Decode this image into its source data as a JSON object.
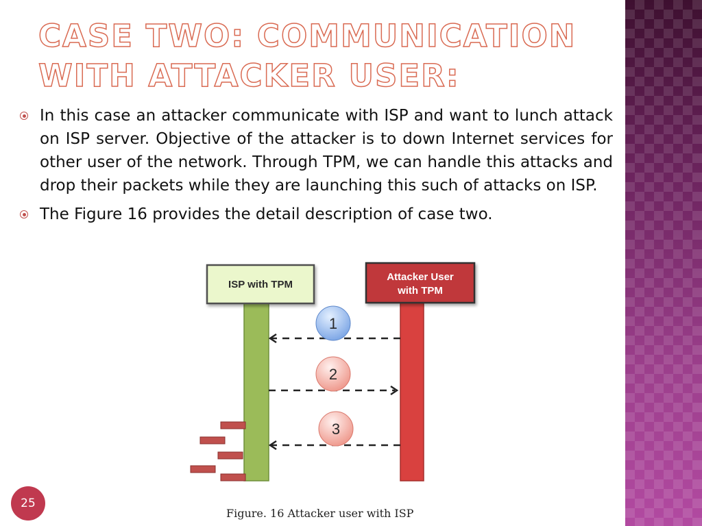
{
  "slide": {
    "title": "Case Two: Communication with Attacker User:",
    "bullets": [
      "In this case an attacker communicate with ISP and want to lunch attack on ISP server. Objective of the attacker is to down Internet services for other user of the network. Through TPM, we can handle this attacks and drop their packets while they are launching this such of attacks on ISP.",
      "The Figure 16 provides the detail description of case two."
    ],
    "page_number": "25"
  },
  "figure": {
    "isp_label": "ISP with TPM",
    "attacker_label_line1": "Attacker User",
    "attacker_label_line2": "with TPM",
    "steps": [
      "1",
      "2",
      "3"
    ],
    "caption": "Figure. 16 Attacker user with ISP"
  },
  "colors": {
    "title": "#d96a52",
    "accent": "#c0394f",
    "isp_box": "#ebf7cc",
    "isp_lifeline": "#9bbb59",
    "attacker_box": "#c0393b",
    "attacker_lifeline": "#d9413f",
    "dropped_packet": "#c0504d"
  }
}
